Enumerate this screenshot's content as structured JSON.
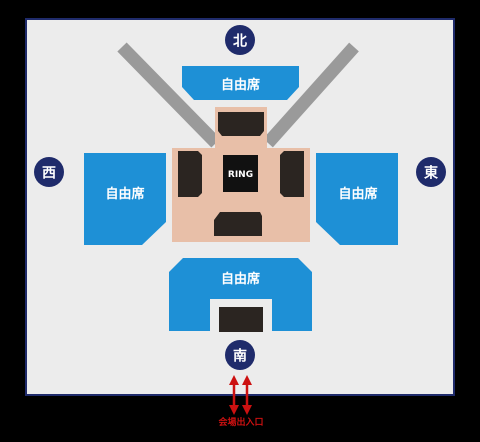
{
  "directions": {
    "north": "北",
    "south": "南",
    "west": "西",
    "east": "東"
  },
  "sections": {
    "north": "自由席",
    "west": "自由席",
    "east": "自由席",
    "south": "自由席"
  },
  "ring_label": "RING",
  "entrance_label": "会場出入口",
  "colors": {
    "background": "#000000",
    "venue_floor": "#ececec",
    "venue_border": "#1f2b6b",
    "seat_block": "#1e90d6",
    "ring_floor": "#e8bfa8",
    "dark_block": "#2b2521",
    "walkway": "#9a9a9a",
    "direction_badge": "#1f2b6b",
    "entrance_arrow": "#cc1111"
  }
}
